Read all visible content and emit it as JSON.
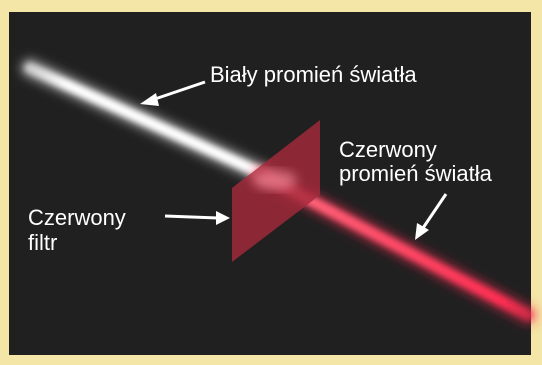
{
  "labels": {
    "white_beam": "Biały promień światła",
    "red_beam_line1": "Czerwony",
    "red_beam_line2": "promień światła",
    "filter_line1": "Czerwony",
    "filter_line2": "filtr"
  },
  "colors": {
    "frame": "#f3e6a6",
    "background": "#202020",
    "white_beam": "#ffffff",
    "red_beam": "#ff3b5c",
    "filter": "#a52a3a",
    "text": "#ffffff"
  }
}
